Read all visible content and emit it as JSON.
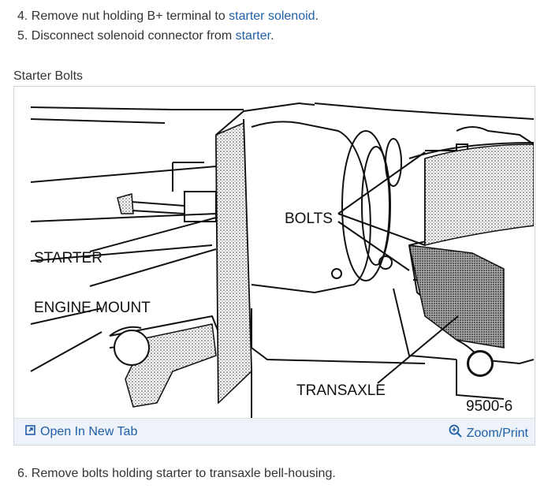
{
  "steps": {
    "step4": {
      "number": "4.",
      "text": "Remove nut holding B+ terminal to ",
      "link": "starter solenoid",
      "end": "."
    },
    "step5": {
      "number": "5.",
      "text": "Disconnect solenoid connector from ",
      "link": "starter",
      "end": "."
    },
    "step6": {
      "number": "6.",
      "text": "Remove bolts holding starter to transaxle bell-housing."
    }
  },
  "figure": {
    "caption": "Starter Bolts",
    "labels": {
      "starter": "STARTER",
      "engine_mount": "ENGINE MOUNT",
      "bolts": "BOLTS",
      "transaxle": "TRANSAXLE",
      "figure_number": "9500-6"
    },
    "footer": {
      "open_tab": "Open In New Tab",
      "zoom_print": "Zoom/Print"
    }
  },
  "icons": {
    "open_tab": "open-new-tab-icon",
    "zoom": "magnifier-plus-icon"
  },
  "colors": {
    "link": "#1f5fa8",
    "text": "#333333",
    "footer_bg": "#eef3f9"
  }
}
